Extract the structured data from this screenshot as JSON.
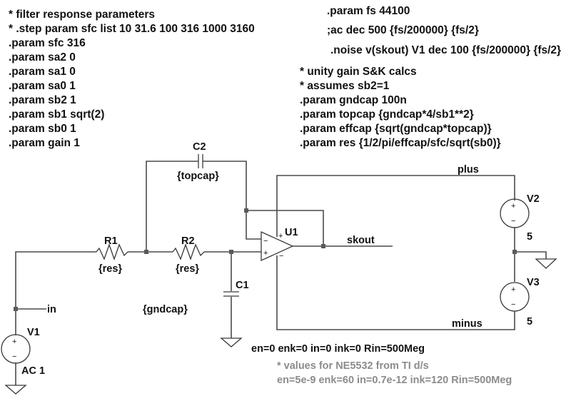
{
  "app": "LTspice schematic",
  "directives_left": [
    "* filter response parameters",
    "* .step param sfc list 10 31.6 100 316 1000 3160",
    ".param sfc 316",
    ".param sa2 0",
    ".param sa1 0",
    ".param sa0 1",
    ".param sb2 1",
    ".param sb1 sqrt(2)",
    ".param sb0 1",
    ".param gain 1"
  ],
  "directives_top_right": [
    ".param fs 44100",
    ";ac dec 500 {fs/200000} {fs/2}",
    ".noise v(skout) V1 dec 100 {fs/200000} {fs/2}"
  ],
  "directives_right": [
    "* unity gain S&K calcs",
    "* assumes sb2=1",
    ".param gndcap 100n",
    ".param topcap {gndcap*4/sb1**2}",
    ".param effcap {sqrt(gndcap*topcap)}",
    ".param res {1/2/pi/effcap/sfc/sqrt(sb0)}"
  ],
  "components": {
    "R1": {
      "name": "R1",
      "value": "{res}"
    },
    "R2": {
      "name": "R2",
      "value": "{res}"
    },
    "C1": {
      "name": "C1",
      "value": "{gndcap}"
    },
    "C2": {
      "name": "C2",
      "value": "{topcap}"
    },
    "U1": {
      "name": "U1",
      "params": "en=0 enk=0 in=0 ink=0 Rin=500Meg"
    },
    "V1": {
      "name": "V1",
      "value": "AC 1"
    },
    "V2": {
      "name": "V2",
      "value": "5"
    },
    "V3": {
      "name": "V3",
      "value": "5"
    }
  },
  "nets": {
    "in": "in",
    "skout": "skout",
    "plus": "plus",
    "minus": "minus"
  },
  "comment": [
    "* values for NE5532 from TI d/s",
    "en=5e-9 enk=60 in=0.7e-12 ink=120 Rin=500Meg"
  ],
  "pin_signs": {
    "plus": "+",
    "minus": "−"
  }
}
